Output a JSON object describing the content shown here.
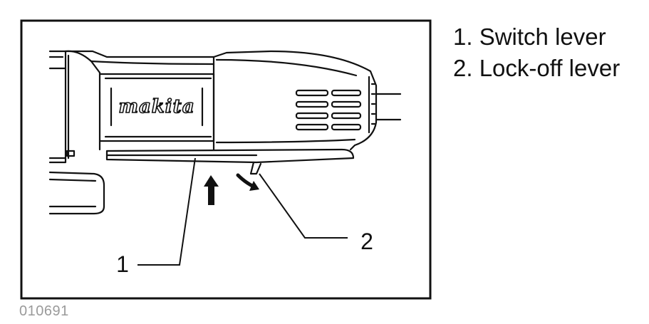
{
  "legend": [
    {
      "number": "1.",
      "text": "Switch lever"
    },
    {
      "number": "2.",
      "text": "Lock-off lever"
    }
  ],
  "callouts": {
    "one": "1",
    "two": "2"
  },
  "brand_logo": "makita",
  "figure_code": "010691",
  "colors": {
    "ink": "#111111",
    "caption_gray": "#9a9a9a",
    "background": "#ffffff"
  },
  "icons": [
    "up-arrow-icon",
    "curved-arrow-icon"
  ]
}
